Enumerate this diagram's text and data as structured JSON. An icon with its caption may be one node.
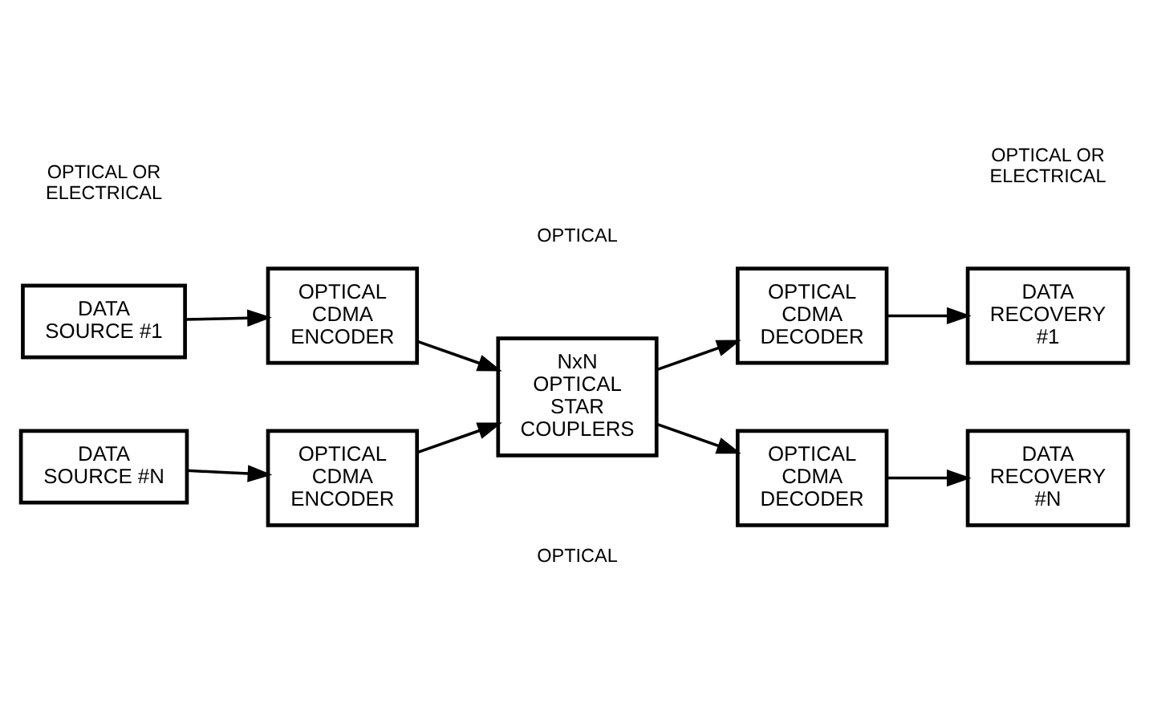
{
  "diagram": {
    "nodes": [
      {
        "text": [
          "DATA SOURCE #1"
        ]
      },
      {
        "text": [
          "OPTICAL CDMA ENCODER"
        ]
      },
      {
        "text": [
          "OPTICAL CDMA DECODER"
        ]
      },
      {
        "text": [
          "DATA RECOVERY #1"
        ]
      },
      {
        "text": [
          "NxN OPTICAL STAR COUPLERS"
        ]
      },
      {
        "text": [
          "DATA SOURCE #N"
        ]
      },
      {
        "text": [
          "OPTICAL CDMA ENCODER"
        ]
      },
      {
        "text": [
          "OPTICAL CDMA DECODER"
        ]
      },
      {
        "text": [
          "DATA RECOVERY #N"
        ]
      }
    ],
    "edges": [
      {
        "from": 0,
        "to": 1,
        "arrow": "to"
      },
      {
        "from": 1,
        "to": 4,
        "arrow": "to"
      },
      {
        "from": 4,
        "to": 2,
        "arrow": "to"
      },
      {
        "from": 2,
        "to": 3,
        "arrow": "to"
      },
      {
        "from": 5,
        "to": 6,
        "arrow": "to"
      },
      {
        "from": 6,
        "to": 4,
        "arrow": "to"
      },
      {
        "from": 4,
        "to": 7,
        "arrow": "to"
      },
      {
        "from": 7,
        "to": 8,
        "arrow": "to"
      }
    ],
    "labels": [
      "OPTICAL OR ELECTRICAL",
      "OPTICAL",
      "OPTICAL OR ELECTRICAL",
      "OPTICAL"
    ]
  }
}
